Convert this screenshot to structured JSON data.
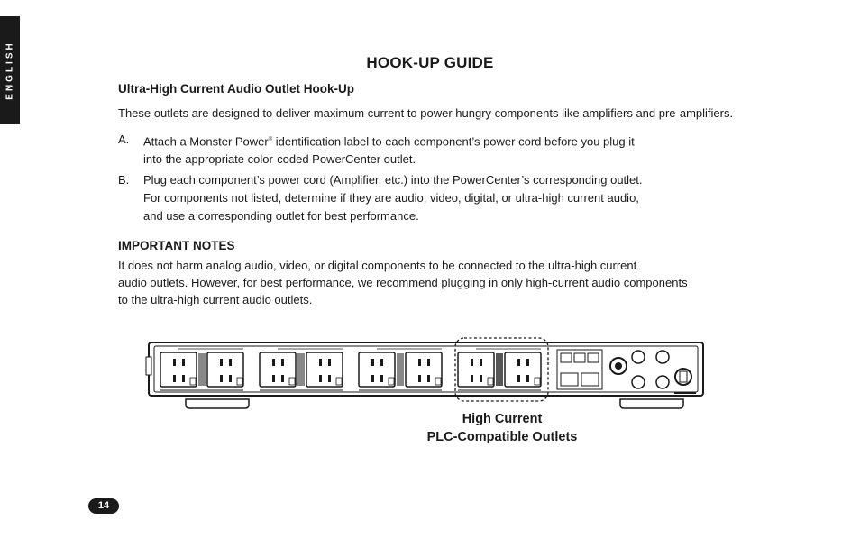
{
  "side_tab": "ENGLISH",
  "title": "HOOK-UP GUIDE",
  "subhead": "Ultra-High Current Audio Outlet Hook-Up",
  "intro": "These outlets are designed to deliver maximum current to power hungry components like amplifiers and pre-amplifiers.",
  "steps": [
    {
      "letter": "A.",
      "lines": [
        "Attach a Monster Power",
        "identification label to each component’s power cord before you plug it",
        "into the appropriate color-coded PowerCenter outlet."
      ],
      "mark": "®"
    },
    {
      "letter": "B.",
      "lines": [
        "Plug each component’s power cord (Amplifier, etc.) into the PowerCenter’s corresponding outlet.",
        "For components not listed, determine if they are audio, video, digital, or ultra-high current audio,",
        "and use a corresponding outlet for best performance."
      ]
    }
  ],
  "notes_heading": "IMPORTANT NOTES",
  "notes_lines": [
    "It does not harm analog audio, video, or digital components to be connected to the ultra-high current",
    "audio outlets. However, for best performance, we recommend plugging in only high-current audio components",
    "to the ultra-high current audio outlets."
  ],
  "caption_lines": [
    "High Current",
    "PLC-Compatible Outlets"
  ],
  "page_number": "14"
}
